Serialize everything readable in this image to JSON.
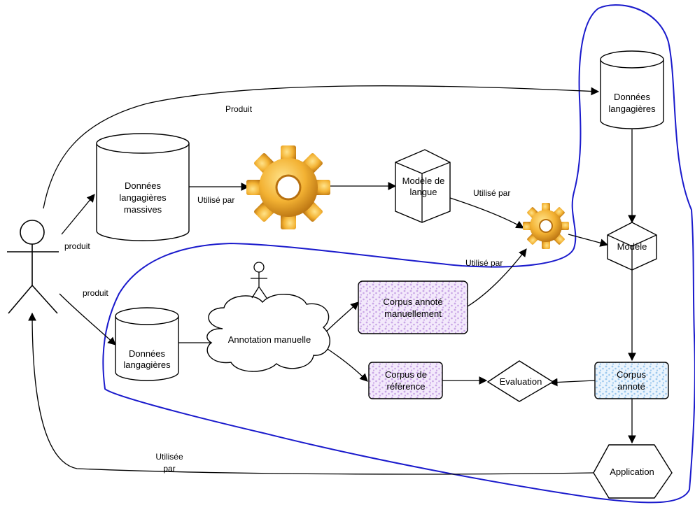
{
  "colors": {
    "boundary": "#1a1acc",
    "texture_purple": "#c9a6e6",
    "texture_blue": "#9cc8ee",
    "gear_main": "#f3b233",
    "gear_light": "#ffe38a",
    "gear_dark": "#b7700f"
  },
  "nodes": {
    "donnees_massives": "Données langagières massives",
    "donnees_haut": "Données langagières",
    "donnees_bas": "Données langagières",
    "modele_langue": "Modèle de langue",
    "modele": "Modèle",
    "corpus_manuel": "Corpus annoté manuellement",
    "corpus_reference": "Corpus de référence",
    "corpus_annote": "Corpus annoté",
    "annotation": "Annotation manuelle",
    "evaluation": "Evaluation",
    "application": "Application"
  },
  "edge_labels": {
    "produit_haut": "Produit",
    "produit_massives": "produit",
    "produit_bas": "produit",
    "utilise_par_1": "Utilisé par",
    "utilise_par_2": "Utilisé par",
    "utilise_par_3": "Utilisé par",
    "utilisee_par": "Utilisée par"
  },
  "icons": {
    "actor_main": "stick-figure-icon",
    "actor_small": "stick-figure-icon",
    "gear_large": "gear-icon",
    "gear_small": "gear-icon"
  }
}
